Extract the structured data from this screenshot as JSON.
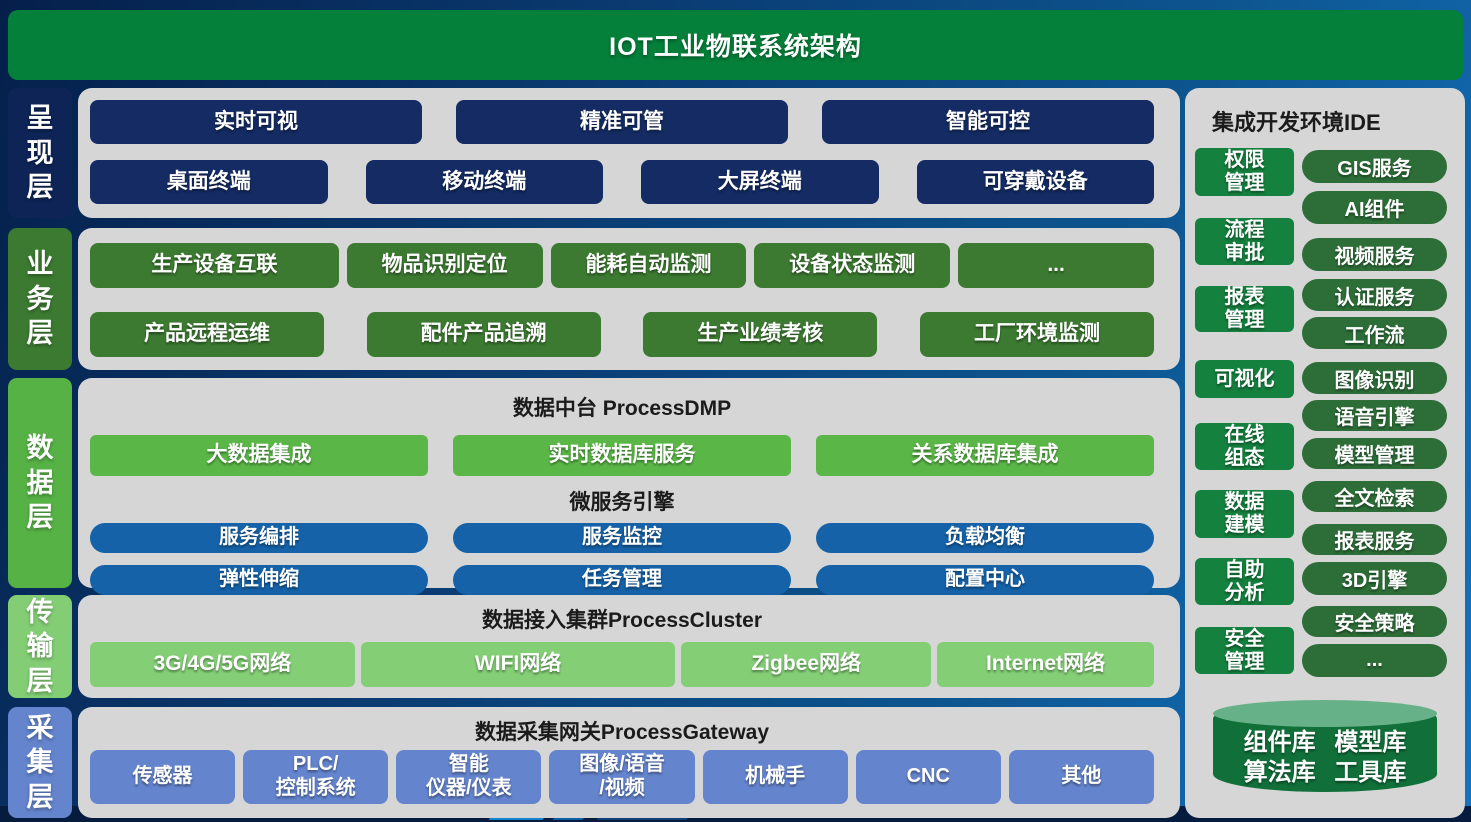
{
  "banner": {
    "title": "IOT工业物联系统架构"
  },
  "layers": {
    "presentation": {
      "label": "呈现层",
      "row1": [
        "实时可视",
        "精准可管",
        "智能可控"
      ],
      "row2": [
        "桌面终端",
        "移动终端",
        "大屏终端",
        "可穿戴设备"
      ]
    },
    "business": {
      "label": "业务层",
      "row1": [
        "生产设备互联",
        "物品识别定位",
        "能耗自动监测",
        "设备状态监测",
        "..."
      ],
      "row2": [
        "产品远程运维",
        "配件产品追溯",
        "生产业绩考核",
        "工厂环境监测"
      ]
    },
    "data": {
      "label": "数据层",
      "title": "数据中台 ProcessDMP",
      "integration": [
        "大数据集成",
        "实时数据库服务",
        "关系数据库集成"
      ],
      "microservice_title": "微服务引擎",
      "micro_row1": [
        "服务编排",
        "服务监控",
        "负载均衡"
      ],
      "micro_row2": [
        "弹性伸缩",
        "任务管理",
        "配置中心"
      ]
    },
    "transport": {
      "label": "传输层",
      "title": "数据接入集群ProcessCluster",
      "items": [
        "3G/4G/5G网络",
        "WIFI网络",
        "Zigbee网络",
        "Internet网络"
      ]
    },
    "collection": {
      "label": "采集层",
      "title": "数据采集网关ProcessGateway",
      "items": [
        "传感器",
        "PLC/\n控制系统",
        "智能\n仪器/仪表",
        "图像/语音\n/视频",
        "机械手",
        "CNC",
        "其他"
      ]
    }
  },
  "sidebar": {
    "title": "集成开发环境IDE",
    "left_items": [
      "权限\n管理",
      "流程\n审批",
      "报表\n管理",
      "可视化",
      "在线\n组态",
      "数据\n建模",
      "自助\n分析",
      "安全\n管理"
    ],
    "right_items": [
      "GIS服务",
      "AI组件",
      "视频服务",
      "认证服务",
      "工作流",
      "图像识别",
      "语音引擎",
      "模型管理",
      "全文检索",
      "报表服务",
      "3D引擎",
      "安全策略",
      "..."
    ],
    "repository": {
      "line1": "组件库 模型库",
      "line2": "算法库 工具库"
    }
  },
  "colors": {
    "banner_green": "#04803a",
    "navy": "#142b63",
    "business_green": "#3c7a31",
    "data_green": "#5ab747",
    "micro_blue": "#1562a8",
    "transport_green": "#84cf76",
    "collection_blue": "#6484cd",
    "sidebar_box_green": "#15813f",
    "sidebar_pill_green": "#2d6e38",
    "panel_grey": "#d6d6d6",
    "cylinder_green": "#11703a"
  }
}
